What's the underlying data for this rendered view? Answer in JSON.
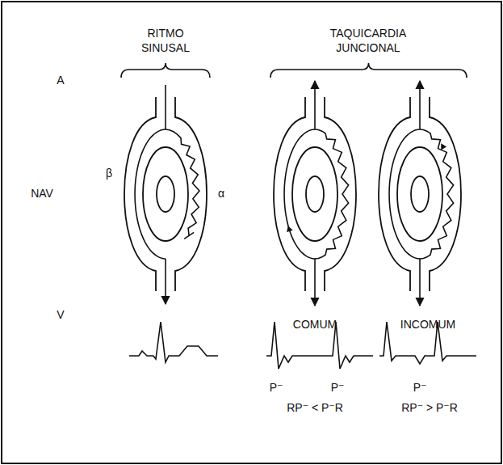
{
  "diagram": {
    "labels": [
      "RITMO SINUSAL",
      "TAQUICARDIA JUNCIONAL",
      "A",
      "NAV",
      "β",
      "α",
      "V",
      "COMUM",
      "INCOMUM",
      "P⁻",
      "P⁻",
      "RP⁻ < P⁻R",
      "P⁻",
      "RP⁻ > P⁻R"
    ]
  }
}
